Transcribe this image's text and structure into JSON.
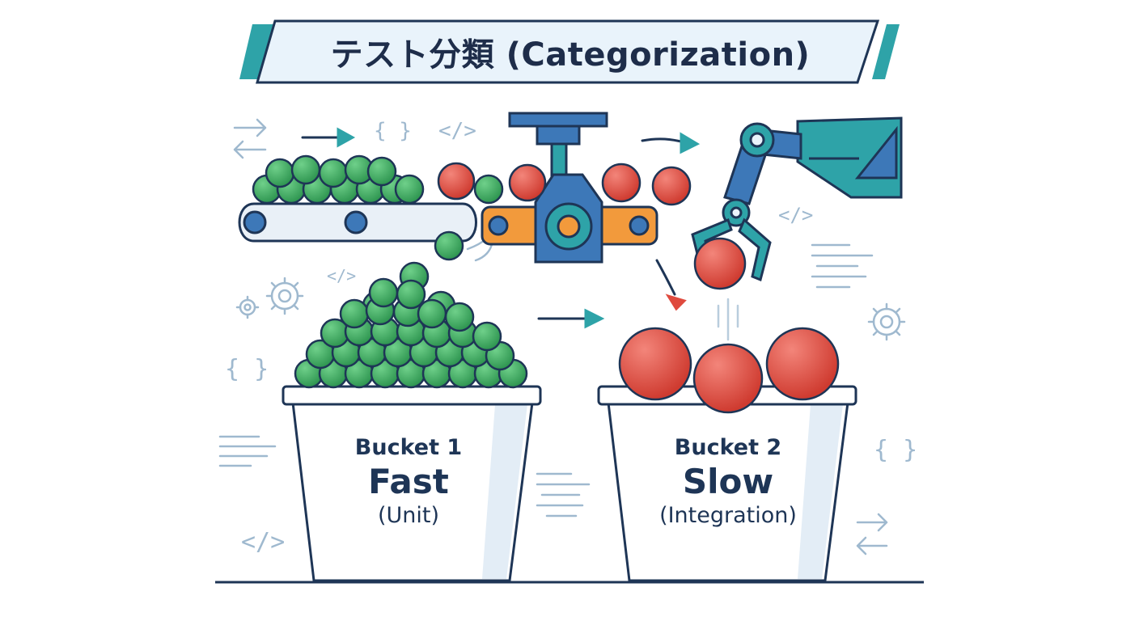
{
  "title": "テスト分類 (Categorization)",
  "buckets": [
    {
      "line1": "Bucket 1",
      "line2": "Fast",
      "line3": "(Unit)"
    },
    {
      "line1": "Bucket 2",
      "line2": "Slow",
      "line3": "(Integration)"
    }
  ],
  "icons": {
    "code_tag": "</>",
    "braces": "{ }"
  },
  "colors": {
    "navy": "#1e3556",
    "teal": "#2ea3a8",
    "blue": "#3d78b8",
    "green_ball": "#3aa35c",
    "red_ball": "#df4a3e",
    "orange": "#f29a3c",
    "decor": "#9fb9cf"
  }
}
